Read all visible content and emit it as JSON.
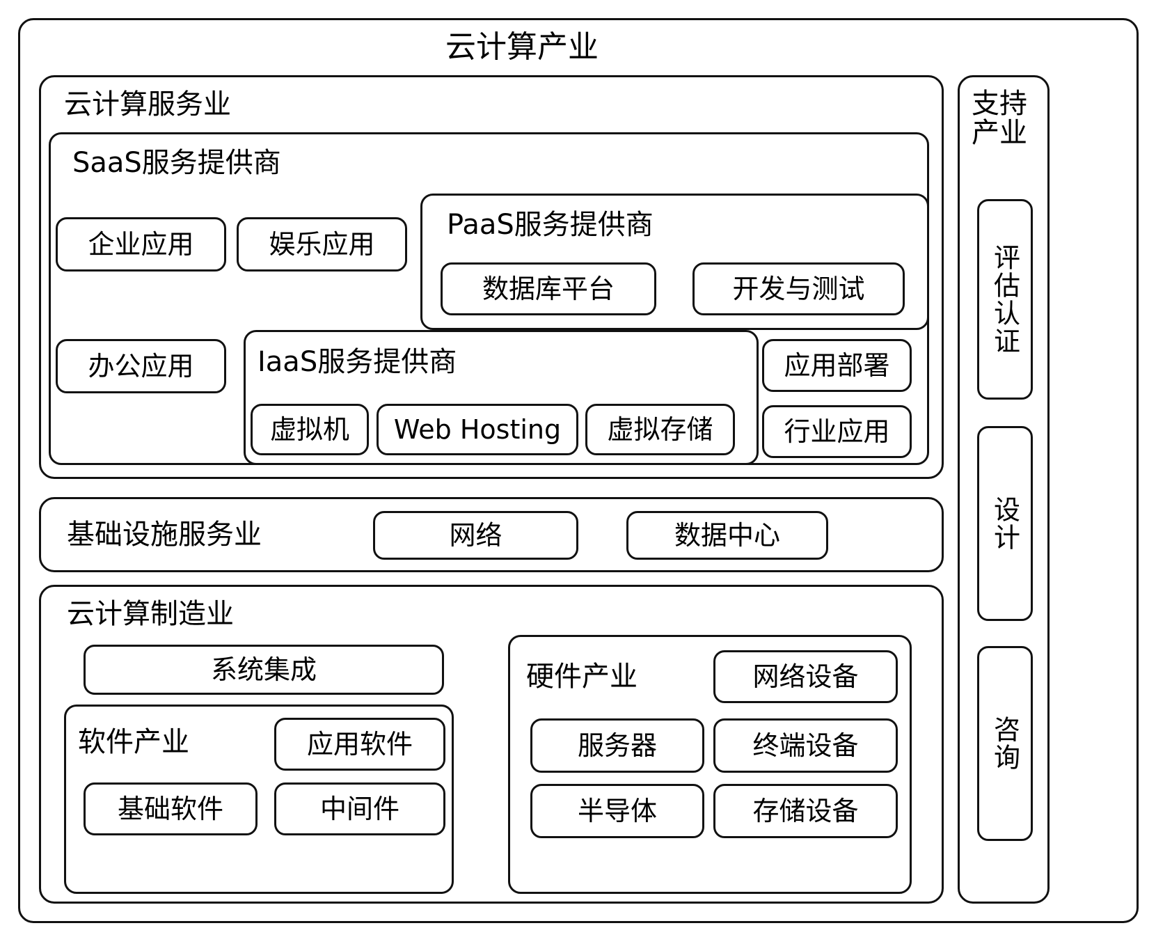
{
  "diagram": {
    "type": "nested-block-hierarchy",
    "title": "云计算产业",
    "root": {
      "label": "云计算产业"
    },
    "service_industry": {
      "label": "云计算服务业",
      "saas": {
        "label": "SaaS服务提供商",
        "items": [
          "企业应用",
          "娱乐应用",
          "办公应用"
        ]
      },
      "paas": {
        "label": "PaaS服务提供商",
        "items": [
          "数据库平台",
          "开发与测试"
        ]
      },
      "iaas": {
        "label": "IaaS服务提供商",
        "items": [
          "虚拟机",
          "Web Hosting",
          "虚拟存储"
        ]
      },
      "right_items": [
        "应用部署",
        "行业应用"
      ]
    },
    "infrastructure_industry": {
      "label": "基础设施服务业",
      "items": [
        "网络",
        "数据中心"
      ]
    },
    "manufacturing_industry": {
      "label": "云计算制造业",
      "system_integration": "系统集成",
      "software": {
        "label": "软件产业",
        "items": [
          "应用软件",
          "基础软件",
          "中间件"
        ]
      },
      "hardware": {
        "label": "硬件产业",
        "items": [
          "网络设备",
          "服务器",
          "终端设备",
          "半导体",
          "存储设备"
        ]
      }
    },
    "support_industry": {
      "label": "支持产业",
      "items": [
        "评估认证",
        "设计",
        "咨询"
      ]
    },
    "colors": {
      "stroke": "#111111",
      "fill": "#ffffff",
      "text": "#000000"
    }
  }
}
